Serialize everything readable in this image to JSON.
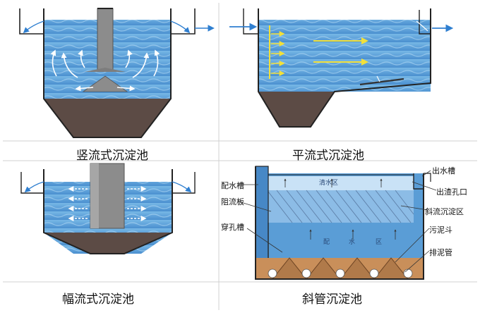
{
  "panels": [
    {
      "id": "vertical",
      "caption": "竖流式沉淀池"
    },
    {
      "id": "horizontal",
      "caption": "平流式沉淀池"
    },
    {
      "id": "radial",
      "caption": "幅流式沉淀池"
    },
    {
      "id": "inclined-tube",
      "caption": "斜管沉淀池"
    }
  ],
  "inclined_labels": {
    "distribution_trough": "配水槽",
    "baffle": "阻流板",
    "perforated_trough": "穿孔槽",
    "outlet_trough": "出水槽",
    "scum_outlet": "出渣孔口",
    "inclined_zone": "斜流沉淀区",
    "sludge_hopper": "污泥斗",
    "sludge_pipe": "排泥管",
    "clear_water_zone": "清水区",
    "water_dist_zone": [
      "配",
      "水",
      "区"
    ]
  },
  "colors": {
    "water": "#5aa0d8",
    "water_dark": "#3d7fbe",
    "sludge": "#5c4b45",
    "arrow_blue": "#2f7fd0",
    "flow_yellow": "#f2e03a",
    "sludge_brown": "#b07a4a"
  }
}
